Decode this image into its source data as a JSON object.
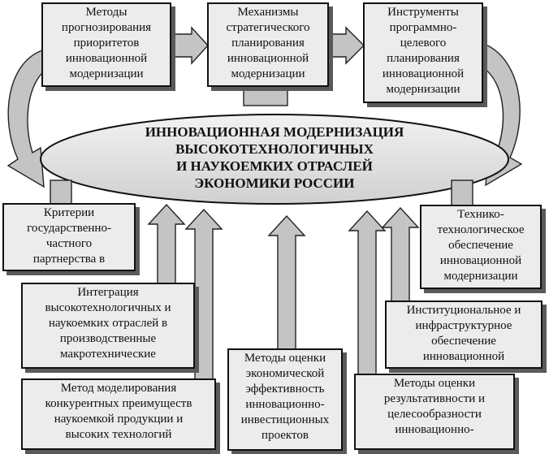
{
  "center": {
    "text": "ИННОВАЦИОННАЯ МОДЕРНИЗАЦИЯ\nВЫСОКОТЕХНОЛОГИЧНЫХ\nИ НАУКОЕМКИХ ОТРАСЛЕЙ\nЭКОНОМИКИ РОССИИ"
  },
  "top": {
    "forecasting": "Методы\nпрогнозирования\nприоритетов\nинновационной\nмодернизации",
    "mechanisms": "Механизмы\nстратегического\nпланирования\nинновационной\nмодернизации",
    "instruments": "Инструменты\nпрограммно-\nцелевого\nпланирования\nинновационной\nмодернизации"
  },
  "bottom": {
    "criteria": "Критерии\nгосударственно-\nчастного\nпартнерства в",
    "integration": "Интеграция\nвысокотехнологичных и\nнаукоемких отраслей в\nпроизводственные\nмакротехнические",
    "modeling": "Метод моделирования\nконкурентных преимуществ\nнаукоемкой продукции и\nвысоких технологий",
    "evaluation": "Методы оценки\nэкономической\nэффективность\nинновационно-\nинвестиционных\nпроектов",
    "results": "Методы оценки\nрезультативности и\nцелесообразности\nинновационно-",
    "institutional": "Институциональное и\nинфраструктурное\nобеспечение\nинновационной",
    "technical": "Технико-\nтехнологическое\nобеспечение\nинновационной\nмодернизации"
  }
}
